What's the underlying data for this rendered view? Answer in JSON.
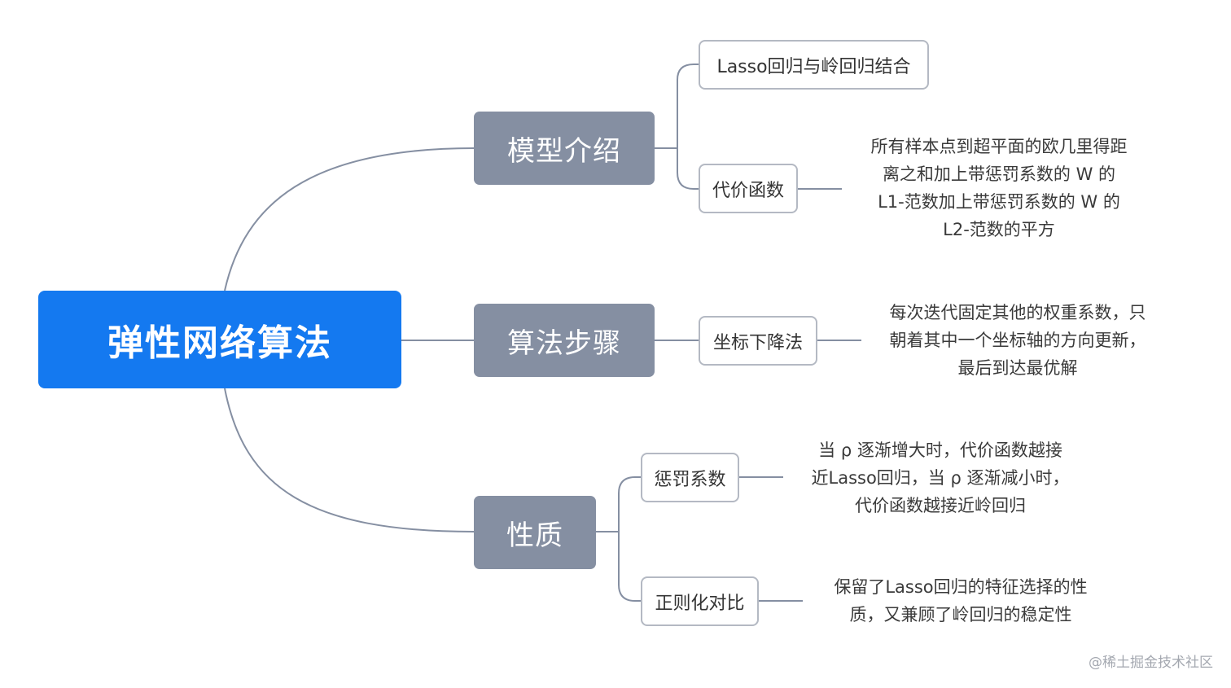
{
  "root": {
    "label": "弹性网络算法"
  },
  "branches": [
    {
      "label": "模型介绍",
      "children": [
        {
          "label": "Lasso回归与岭回归结合"
        },
        {
          "label": "代价函数",
          "note": [
            "所有样本点到超平面的欧几里得距",
            "离之和加上带惩罚系数的 W 的",
            "L1-范数加上带惩罚系数的 W 的",
            "L2-范数的平方"
          ]
        }
      ]
    },
    {
      "label": "算法步骤",
      "children": [
        {
          "label": "坐标下降法",
          "note": [
            "每次迭代固定其他的权重系数，只",
            "朝着其中一个坐标轴的方向更新，",
            "最后到达最优解"
          ]
        }
      ]
    },
    {
      "label": "性质",
      "children": [
        {
          "label": "惩罚系数",
          "note": [
            "当 ρ 逐渐增大时，代价函数越接",
            "近Lasso回归，当 ρ 逐渐减小时，",
            "代价函数越接近岭回归"
          ]
        },
        {
          "label": "正则化对比",
          "note": [
            "保留了Lasso回归的特征选择的性",
            "质，又兼顾了岭回归的稳定性"
          ]
        }
      ]
    }
  ],
  "watermark": "@稀土掘金技术社区",
  "colors": {
    "root_fill": "#1479f0",
    "branch_fill": "#858fa2",
    "leaf_border": "#b4b9c3",
    "connector": "#858fa2"
  }
}
